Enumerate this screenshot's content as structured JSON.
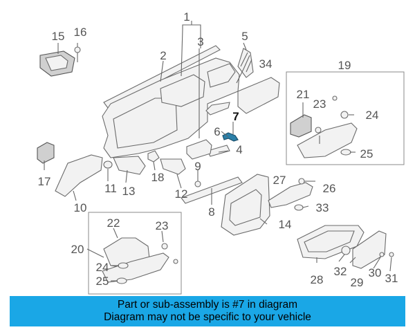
{
  "callouts": [
    {
      "id": "1",
      "text": "1",
      "highlight": false
    },
    {
      "id": "2",
      "text": "2",
      "highlight": false
    },
    {
      "id": "3",
      "text": "3",
      "highlight": false
    },
    {
      "id": "4",
      "text": "4",
      "highlight": false
    },
    {
      "id": "5",
      "text": "5",
      "highlight": false
    },
    {
      "id": "6",
      "text": "6",
      "highlight": false
    },
    {
      "id": "7",
      "text": "7",
      "highlight": true
    },
    {
      "id": "8",
      "text": "8",
      "highlight": false
    },
    {
      "id": "9",
      "text": "9",
      "highlight": false
    },
    {
      "id": "10",
      "text": "10",
      "highlight": false
    },
    {
      "id": "11",
      "text": "11",
      "highlight": false
    },
    {
      "id": "12",
      "text": "12",
      "highlight": false
    },
    {
      "id": "13",
      "text": "13",
      "highlight": false
    },
    {
      "id": "14",
      "text": "14",
      "highlight": false
    },
    {
      "id": "15",
      "text": "15",
      "highlight": false
    },
    {
      "id": "16",
      "text": "16",
      "highlight": false
    },
    {
      "id": "17",
      "text": "17",
      "highlight": false
    },
    {
      "id": "18",
      "text": "18",
      "highlight": false
    },
    {
      "id": "19",
      "text": "19",
      "highlight": false
    },
    {
      "id": "20",
      "text": "20",
      "highlight": false
    },
    {
      "id": "21",
      "text": "21",
      "highlight": false
    },
    {
      "id": "22",
      "text": "22",
      "highlight": false
    },
    {
      "id": "23a",
      "text": "23",
      "highlight": false
    },
    {
      "id": "23b",
      "text": "23",
      "highlight": false
    },
    {
      "id": "24a",
      "text": "24",
      "highlight": false
    },
    {
      "id": "24b",
      "text": "24",
      "highlight": false
    },
    {
      "id": "25a",
      "text": "25",
      "highlight": false
    },
    {
      "id": "25b",
      "text": "25",
      "highlight": false
    },
    {
      "id": "26",
      "text": "26",
      "highlight": false
    },
    {
      "id": "27",
      "text": "27",
      "highlight": false
    },
    {
      "id": "28",
      "text": "28",
      "highlight": false
    },
    {
      "id": "29",
      "text": "29",
      "highlight": false
    },
    {
      "id": "30",
      "text": "30",
      "highlight": false
    },
    {
      "id": "31",
      "text": "31",
      "highlight": false
    },
    {
      "id": "32",
      "text": "32",
      "highlight": false
    },
    {
      "id": "33",
      "text": "33",
      "highlight": false
    },
    {
      "id": "34",
      "text": "34",
      "highlight": false
    }
  ],
  "banner": {
    "line1": "Part or sub-assembly is #7 in diagram",
    "line2": "Diagram may not be specific to your vehicle"
  },
  "colors": {
    "banner_background": "#1aa7e6",
    "highlight_part": "#2a7fa8"
  }
}
